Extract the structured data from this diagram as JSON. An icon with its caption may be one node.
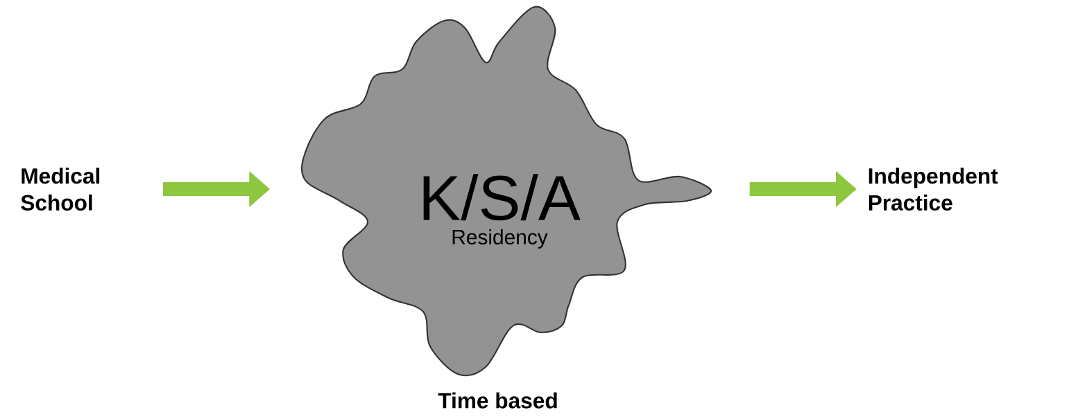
{
  "diagram": {
    "nodes": [
      {
        "text": [
          "Medical School"
        ]
      },
      {
        "text": [
          "K/S/A",
          "Residency"
        ],
        "beside": [
          "Time based"
        ]
      },
      {
        "text": [
          "Independent Practice"
        ]
      }
    ],
    "edges": [
      {
        "from": 0,
        "to": 1,
        "arrow": "to"
      },
      {
        "from": 1,
        "to": 2,
        "arrow": "to"
      }
    ]
  }
}
